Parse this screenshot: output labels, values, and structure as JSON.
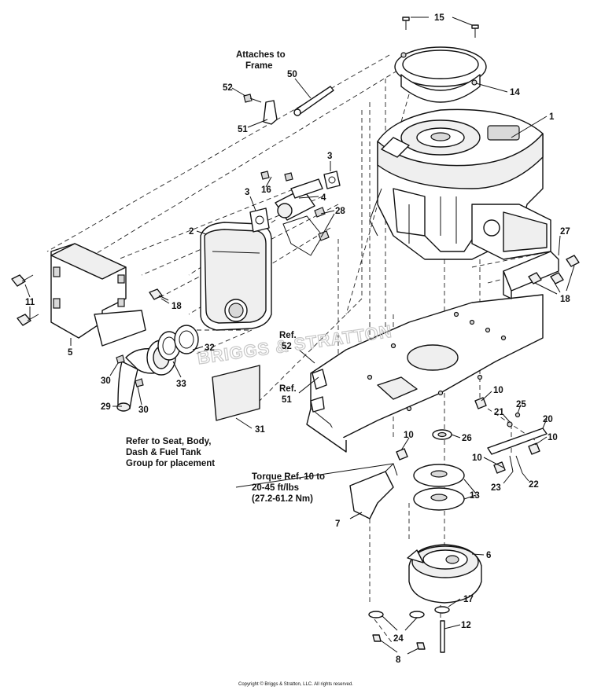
{
  "notes": {
    "attaches_line1": "Attaches to",
    "attaches_line2": "Frame",
    "ref52_line1": "Ref.",
    "ref52_line2": "52",
    "ref51_line1": "Ref.",
    "ref51_line2": "51",
    "refer_line1": "Refer to Seat, Body,",
    "refer_line2": "Dash & Fuel Tank",
    "refer_line3": "Group for placement",
    "torque_line1": "Torque Ref. 10 to",
    "torque_line2": "20-45 ft/lbs",
    "torque_line3": "(27.2-61.2 Nm)"
  },
  "watermark": "BRIGGS & STRATTON",
  "copyright": "Copyright © Briggs & Stratton, LLC. All rights reserved.",
  "callouts": {
    "c15": "15",
    "c14": "14",
    "c1": "1",
    "c50": "50",
    "c52": "52",
    "c51": "51",
    "c16": "16",
    "c3a": "3",
    "c3b": "3",
    "c4": "4",
    "c28": "28",
    "c2": "2",
    "c27": "27",
    "c18a": "18",
    "c18b": "18",
    "c11": "11",
    "c5": "5",
    "c32": "32",
    "c33": "33",
    "c30a": "30",
    "c30b": "30",
    "c29": "29",
    "c31": "31",
    "c10a": "10",
    "c10b": "10",
    "c10c": "10",
    "c10d": "10",
    "c21": "21",
    "c25": "25",
    "c20": "20",
    "c26": "26",
    "c23": "23",
    "c22": "22",
    "c13": "13",
    "c7": "7",
    "c6": "6",
    "c17": "17",
    "c24": "24",
    "c12": "12",
    "c8": "8"
  }
}
